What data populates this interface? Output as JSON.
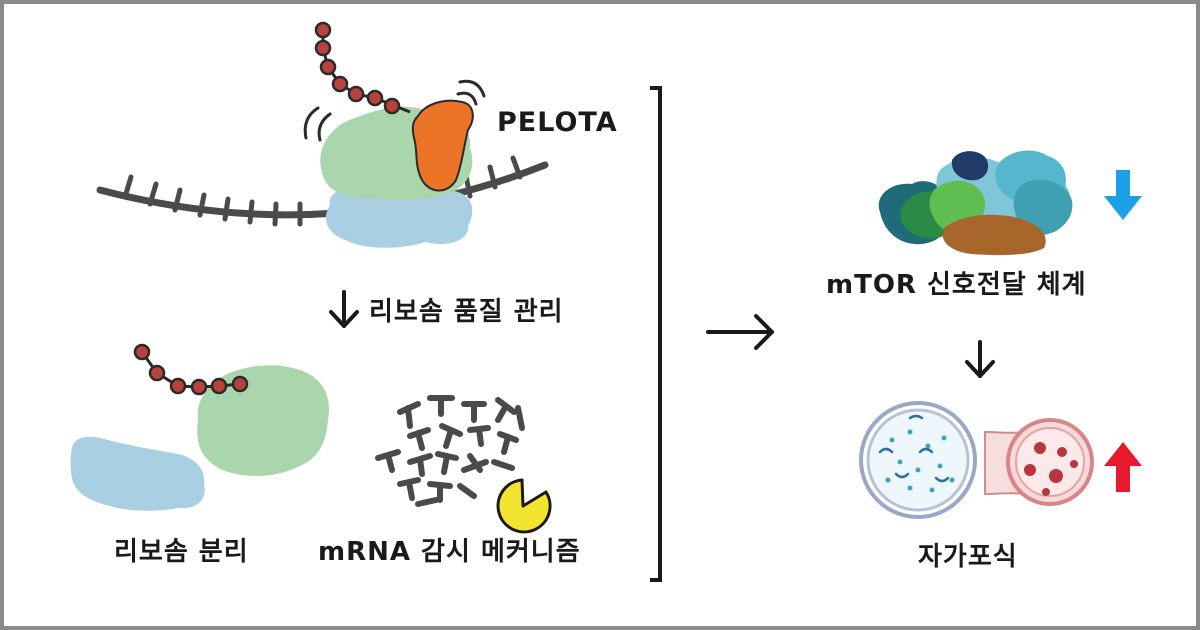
{
  "labels": {
    "pelota": "PELOTA",
    "ribosome_quality_control": "리보솜 품질 관리",
    "ribosome_separation": "리보솜 분리",
    "mrna_surveillance": "mRNA 감시 메커니즘",
    "mtor_signaling": "mTOR 신호전달 체계",
    "autophagy": "자가포식"
  },
  "colors": {
    "frame": "#8a8a8a",
    "peptide_bead": "#b9433b",
    "pelota_protein": "#ec7426",
    "large_subunit": "#a9d6ac",
    "small_subunit": "#a8d0e2",
    "mrna_strand": "#4a4a4a",
    "degrader": "#f2e42f",
    "arrow_down_blue": "#1aa0e6",
    "arrow_up_red": "#e8192c"
  }
}
